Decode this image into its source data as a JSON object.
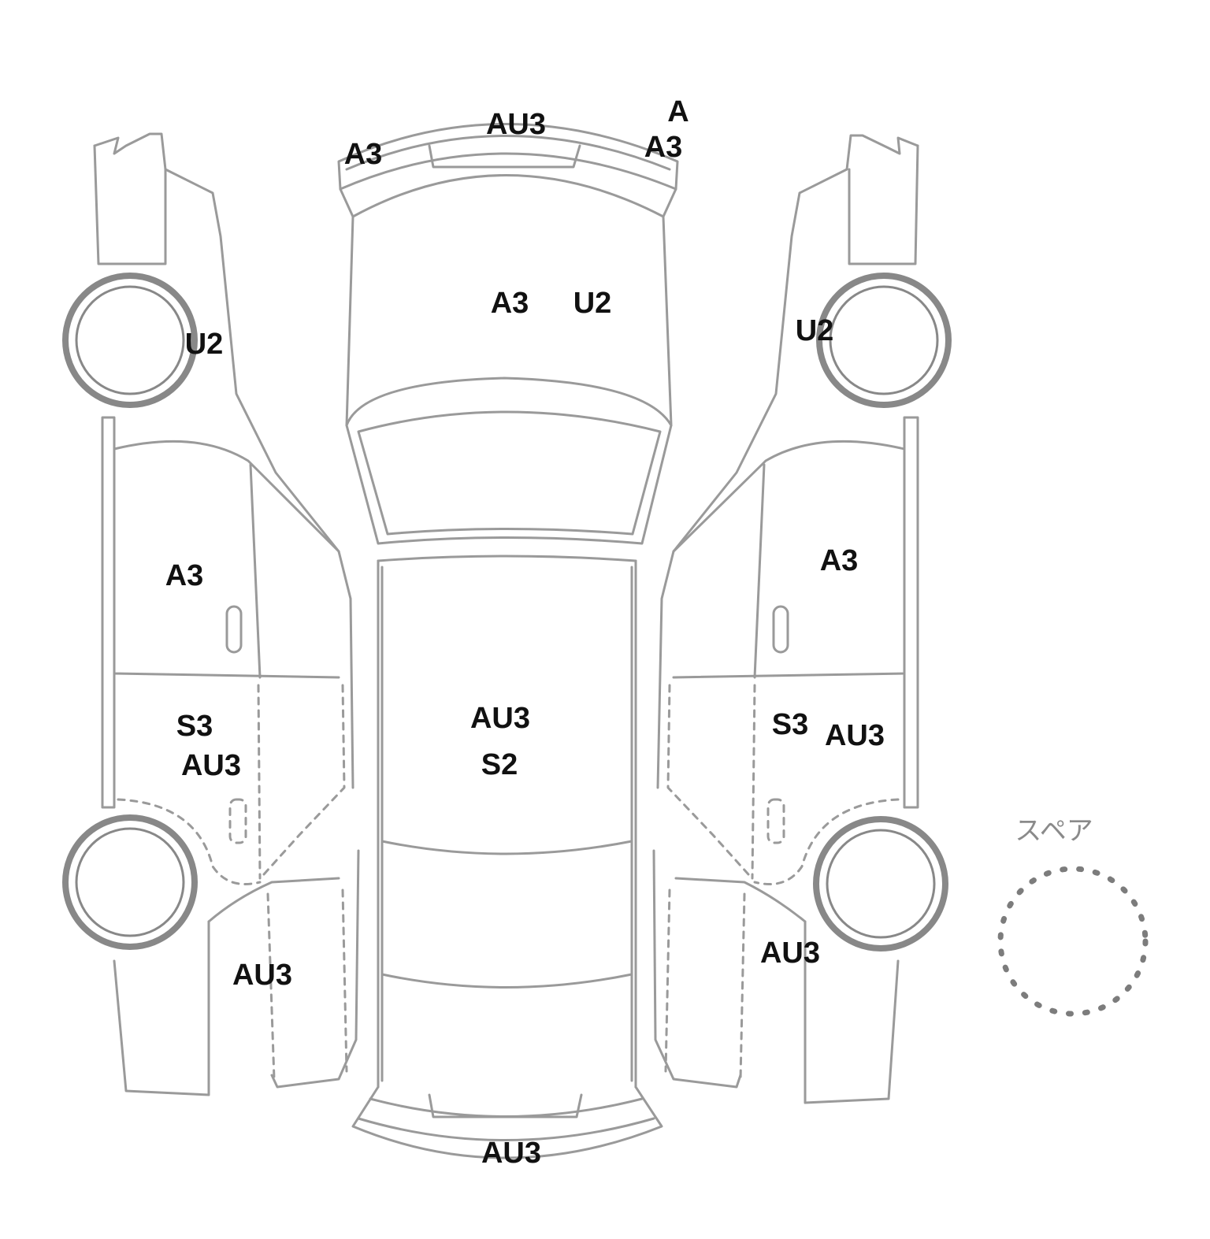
{
  "colors": {
    "outline": "#9a9a9a",
    "tire": "#888888",
    "mark_text": "#111111",
    "spare_outline": "#7c7c7c",
    "background": "#ffffff"
  },
  "spare": {
    "label": "スペア",
    "icon": "spare-tire-dotted-circle"
  },
  "marks": {
    "roof_spoiler_center": "AU3",
    "roof_spoiler_left": "A3",
    "roof_spoiler_right_a": "A",
    "roof_spoiler_right_b": "A3",
    "hood_left": "A3",
    "hood_right": "U2",
    "left_front_wheel": "U2",
    "right_front_wheel": "U2",
    "left_front_door": "A3",
    "right_front_door": "A3",
    "left_sill_upper": "S3",
    "left_sill_lower": "AU3",
    "right_sill_left": "S3",
    "right_sill_right": "AU3",
    "roof_upper": "AU3",
    "roof_lower": "S2",
    "left_rear_quarter": "AU3",
    "right_rear_quarter": "AU3",
    "rear_bumper": "AU3"
  }
}
